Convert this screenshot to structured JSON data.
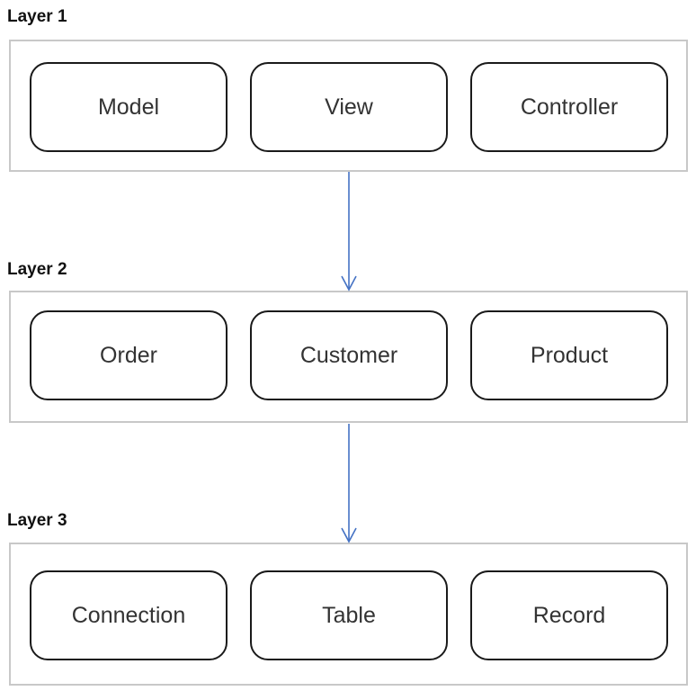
{
  "layers": [
    {
      "title": "Layer 1",
      "items": [
        "Model",
        "View",
        "Controller"
      ]
    },
    {
      "title": "Layer 2",
      "items": [
        "Order",
        "Customer",
        "Product"
      ]
    },
    {
      "title": "Layer 3",
      "items": [
        "Connection",
        "Table",
        "Record"
      ]
    }
  ],
  "colors": {
    "arrow": "#4472c4",
    "frame_border": "#c8c8c8",
    "node_border": "#1a1a1a"
  }
}
